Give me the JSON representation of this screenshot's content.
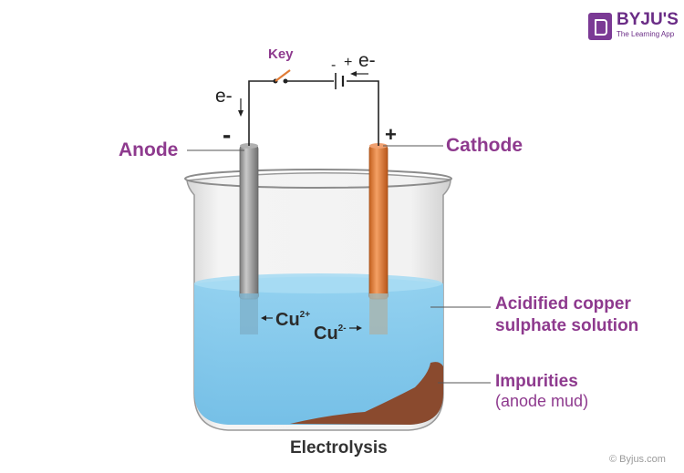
{
  "brand": {
    "name": "BYJU'S",
    "tagline": "The Learning App"
  },
  "labels": {
    "key": "Key",
    "anode": "Anode",
    "cathode": "Cathode",
    "solution_line1": "Acidified copper",
    "solution_line2": "sulphate solution",
    "impurities_line1": "Impurities",
    "impurities_line2": "(anode mud)"
  },
  "symbols": {
    "electron_left": "e-",
    "electron_right": "e-",
    "anode_sign": "-",
    "cathode_sign": "+",
    "battery_minus": "-",
    "battery_plus": "+"
  },
  "ions": [
    {
      "base": "Cu",
      "charge": "2+"
    },
    {
      "base": "Cu",
      "charge": "2-"
    }
  ],
  "caption": "Electrolysis",
  "credit": "© Byjus.com",
  "colors": {
    "label_purple": "#8e3a8e",
    "solution": "#7fc6ea",
    "anode_rod": "#9c9c9c",
    "cathode_rod": "#e07b35",
    "mud": "#8a4a2e",
    "brand": "#7b3a95"
  }
}
